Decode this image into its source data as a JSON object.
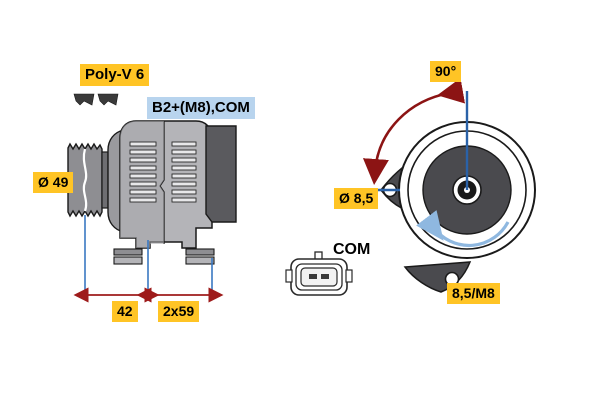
{
  "diagram": {
    "title": "Alternator technical drawing",
    "background_color": "#ffffff",
    "callouts": {
      "poly_v": "Poly-V 6",
      "terminal": "B2+(M8),COM",
      "pulley_diameter": "Ø 49",
      "dim_42": "42",
      "dim_2x59": "2x59",
      "angle": "90°",
      "bore_diameter": "Ø 8,5",
      "mount_thread": "8,5/M8",
      "connector": "COM"
    },
    "colors": {
      "label_yellow": "#ffc425",
      "label_blue": "#b8d4ee",
      "dimension_blue": "#3a78c2",
      "dimension_red": "#9e1b1b",
      "rotation_arrow_blue": "#8fb8e0",
      "body_light_gray": "#b8b8bc",
      "body_mid_gray": "#9a9a9e",
      "body_dark_gray": "#5a5a5e",
      "outline_black": "#1a1a1a"
    },
    "views": {
      "side_view_name": "alternator-side-view",
      "front_view_name": "alternator-front-view",
      "connector_view_name": "com-connector-view"
    }
  }
}
